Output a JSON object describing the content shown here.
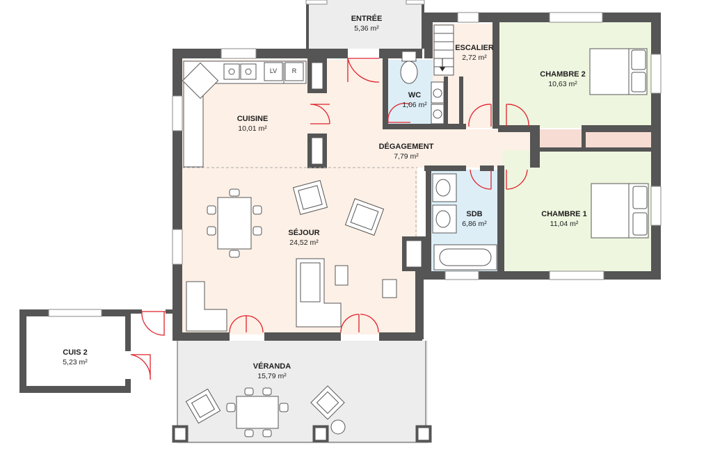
{
  "colors": {
    "wall": "#555555",
    "living_floor": "#fdf0e6",
    "wet_floor": "#ddeef7",
    "bedroom_floor": "#eef6df",
    "exterior_floor": "#ededed",
    "door_red": "#e0202a",
    "window": "#c8d9e3"
  },
  "rooms": {
    "entree": {
      "name": "ENTRÉE",
      "area": "5,36 m²"
    },
    "escalier": {
      "name": "ESCALIER",
      "area": "2,72 m²"
    },
    "wc": {
      "name": "WC",
      "area": "1,06 m²"
    },
    "chambre2": {
      "name": "CHAMBRE 2",
      "area": "10,63 m²"
    },
    "cuisine": {
      "name": "CUISINE",
      "area": "10,01 m²"
    },
    "degagement": {
      "name": "DÉGAGEMENT",
      "area": "7,79 m²"
    },
    "sejour": {
      "name": "SÉJOUR",
      "area": "24,52 m²"
    },
    "sdb": {
      "name": "SDB",
      "area": "6,86 m²"
    },
    "chambre1": {
      "name": "CHAMBRE 1",
      "area": "11,04 m²"
    },
    "cuis2": {
      "name": "CUIS 2",
      "area": "5,23 m²"
    },
    "veranda": {
      "name": "VÉRANDA",
      "area": "15,79 m²"
    }
  },
  "appliances": {
    "lv": "LV",
    "r": "R"
  }
}
